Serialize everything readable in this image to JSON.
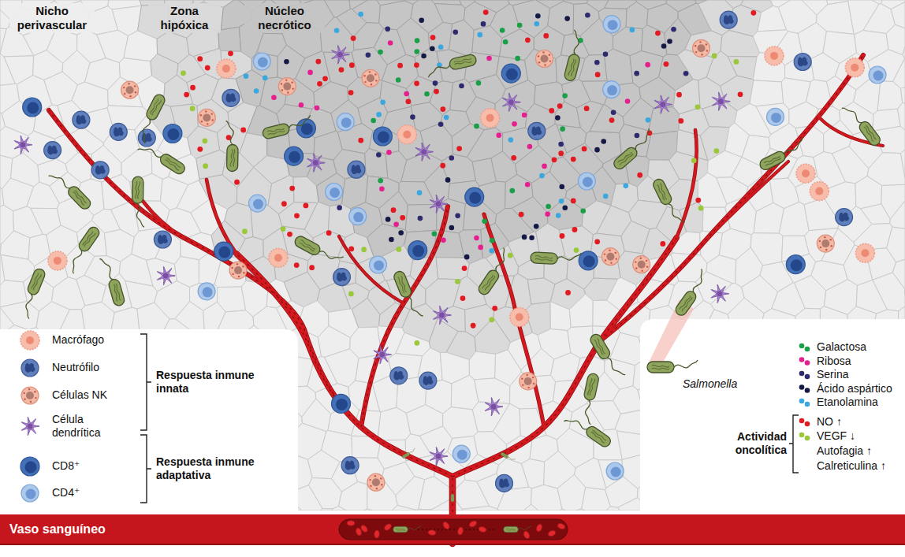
{
  "diagram": {
    "nodes": [
      {
        "text": [
          "Vaso sanguíneo"
        ]
      }
    ],
    "labels": [
      "Nicho perivascular",
      "Zona hipóxica",
      "Núcleo necrótico",
      "Respuesta inmune innata",
      "Respuesta inmune adaptativa",
      "Actividad oncolítica",
      "Autofagia ↑",
      "Calreticulina ↑"
    ],
    "legend": [
      {
        "text": "Macrófago"
      },
      {
        "text": "Neutrófilo"
      },
      {
        "text": "Células NK"
      },
      {
        "text": "Célula dendrítica"
      },
      {
        "text": "CD8⁺"
      },
      {
        "text": "CD4⁺"
      },
      {
        "text": "Salmonella"
      },
      {
        "text": "Galactosa",
        "color": "#1a9e48"
      },
      {
        "text": "Ribosa",
        "color": "#e5208e"
      },
      {
        "text": "Serina",
        "color": "#2e2a6e"
      },
      {
        "text": "Ácido aspártico",
        "color": "#141a45"
      },
      {
        "text": "Etanolamina",
        "color": "#3aa8df"
      },
      {
        "text": "NO ↑",
        "color": "#e21b23"
      },
      {
        "text": "VEGF ↓",
        "color": "#9bc83a"
      }
    ]
  }
}
